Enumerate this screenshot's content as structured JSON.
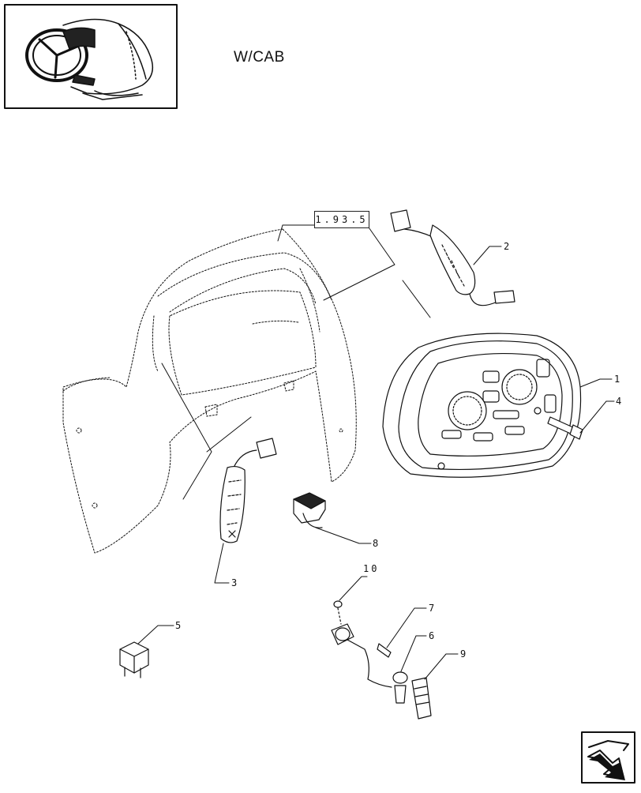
{
  "header": {
    "title": "W/CAB"
  },
  "thumbnail": {
    "icon": "steering-wheel-dashboard-icon"
  },
  "reference_box": "1.93.5",
  "callouts": [
    "1",
    "2",
    "3",
    "4",
    "5",
    "6",
    "7",
    "8",
    "9",
    "10"
  ],
  "nav": {
    "icon": "next-page-arrow-icon"
  }
}
